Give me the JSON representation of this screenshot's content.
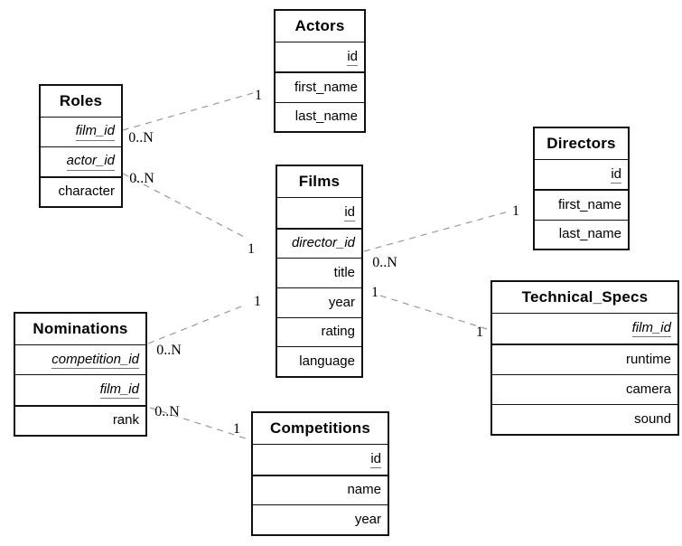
{
  "diagram": {
    "kind": "entity-relationship-diagram",
    "background_color": "#ffffff",
    "table_border_color": "#111111",
    "relationship_line_color": "#999999",
    "pk_underline_color": "#777777"
  },
  "tables": [
    {
      "name": "Roles",
      "fields": [
        {
          "label": "film_id",
          "pk": true,
          "fk": true
        },
        {
          "label": "actor_id",
          "pk": true,
          "fk": true
        },
        {
          "label": "character",
          "pk": false,
          "fk": false
        }
      ]
    },
    {
      "name": "Actors",
      "fields": [
        {
          "label": "id",
          "pk": true,
          "fk": false
        },
        {
          "label": "first_name",
          "pk": false,
          "fk": false
        },
        {
          "label": "last_name",
          "pk": false,
          "fk": false
        }
      ]
    },
    {
      "name": "Films",
      "fields": [
        {
          "label": "id",
          "pk": true,
          "fk": false
        },
        {
          "label": "director_id",
          "pk": false,
          "fk": true
        },
        {
          "label": "title",
          "pk": false,
          "fk": false
        },
        {
          "label": "year",
          "pk": false,
          "fk": false
        },
        {
          "label": "rating",
          "pk": false,
          "fk": false
        },
        {
          "label": "language",
          "pk": false,
          "fk": false
        }
      ]
    },
    {
      "name": "Directors",
      "fields": [
        {
          "label": "id",
          "pk": true,
          "fk": false
        },
        {
          "label": "first_name",
          "pk": false,
          "fk": false
        },
        {
          "label": "last_name",
          "pk": false,
          "fk": false
        }
      ]
    },
    {
      "name": "Technical_Specs",
      "fields": [
        {
          "label": "film_id",
          "pk": true,
          "fk": true
        },
        {
          "label": "runtime",
          "pk": false,
          "fk": false
        },
        {
          "label": "camera",
          "pk": false,
          "fk": false
        },
        {
          "label": "sound",
          "pk": false,
          "fk": false
        }
      ]
    },
    {
      "name": "Nominations",
      "fields": [
        {
          "label": "competition_id",
          "pk": true,
          "fk": true
        },
        {
          "label": "film_id",
          "pk": true,
          "fk": true
        },
        {
          "label": "rank",
          "pk": false,
          "fk": false
        }
      ]
    },
    {
      "name": "Competitions",
      "fields": [
        {
          "label": "id",
          "pk": true,
          "fk": false
        },
        {
          "label": "name",
          "pk": false,
          "fk": false
        },
        {
          "label": "year",
          "pk": false,
          "fk": false
        }
      ]
    }
  ],
  "relationships": [
    {
      "from_table": "Roles",
      "to_table": "Actors",
      "from_card": "0..N",
      "to_card": "1"
    },
    {
      "from_table": "Roles",
      "to_table": "Films",
      "from_card": "0..N",
      "to_card": "1"
    },
    {
      "from_table": "Films",
      "to_table": "Directors",
      "from_card": "0..N",
      "to_card": "1"
    },
    {
      "from_table": "Films",
      "to_table": "Technical_Specs",
      "from_card": "1",
      "to_card": "1"
    },
    {
      "from_table": "Nominations",
      "to_table": "Films",
      "from_card": "0..N",
      "to_card": "1"
    },
    {
      "from_table": "Nominations",
      "to_table": "Competitions",
      "from_card": "0..N",
      "to_card": "1"
    }
  ]
}
